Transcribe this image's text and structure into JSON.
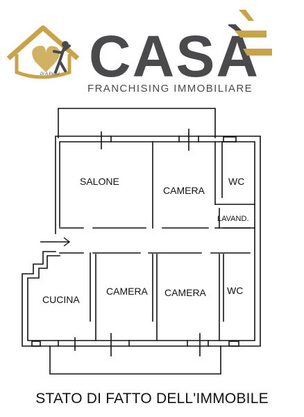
{
  "brand": {
    "name": "CASÀ",
    "tagline": "FRANCHISING IMMOBILIARE",
    "house_script": "Di A Pasul",
    "colors": {
      "gold": "#C9A349",
      "gray": "#4A4A4C"
    }
  },
  "floorplan": {
    "rooms": {
      "salone": "SALONE",
      "camera_top": "CAMERA",
      "wc_top": "WC",
      "lavanderia": "LAVAND.",
      "cucina": "CUCINA",
      "camera_mid": "CAMERA",
      "camera_right": "CAMERA",
      "wc_bottom": "WC"
    }
  },
  "caption": "STATO DI FATTO DELL'IMMOBILE"
}
